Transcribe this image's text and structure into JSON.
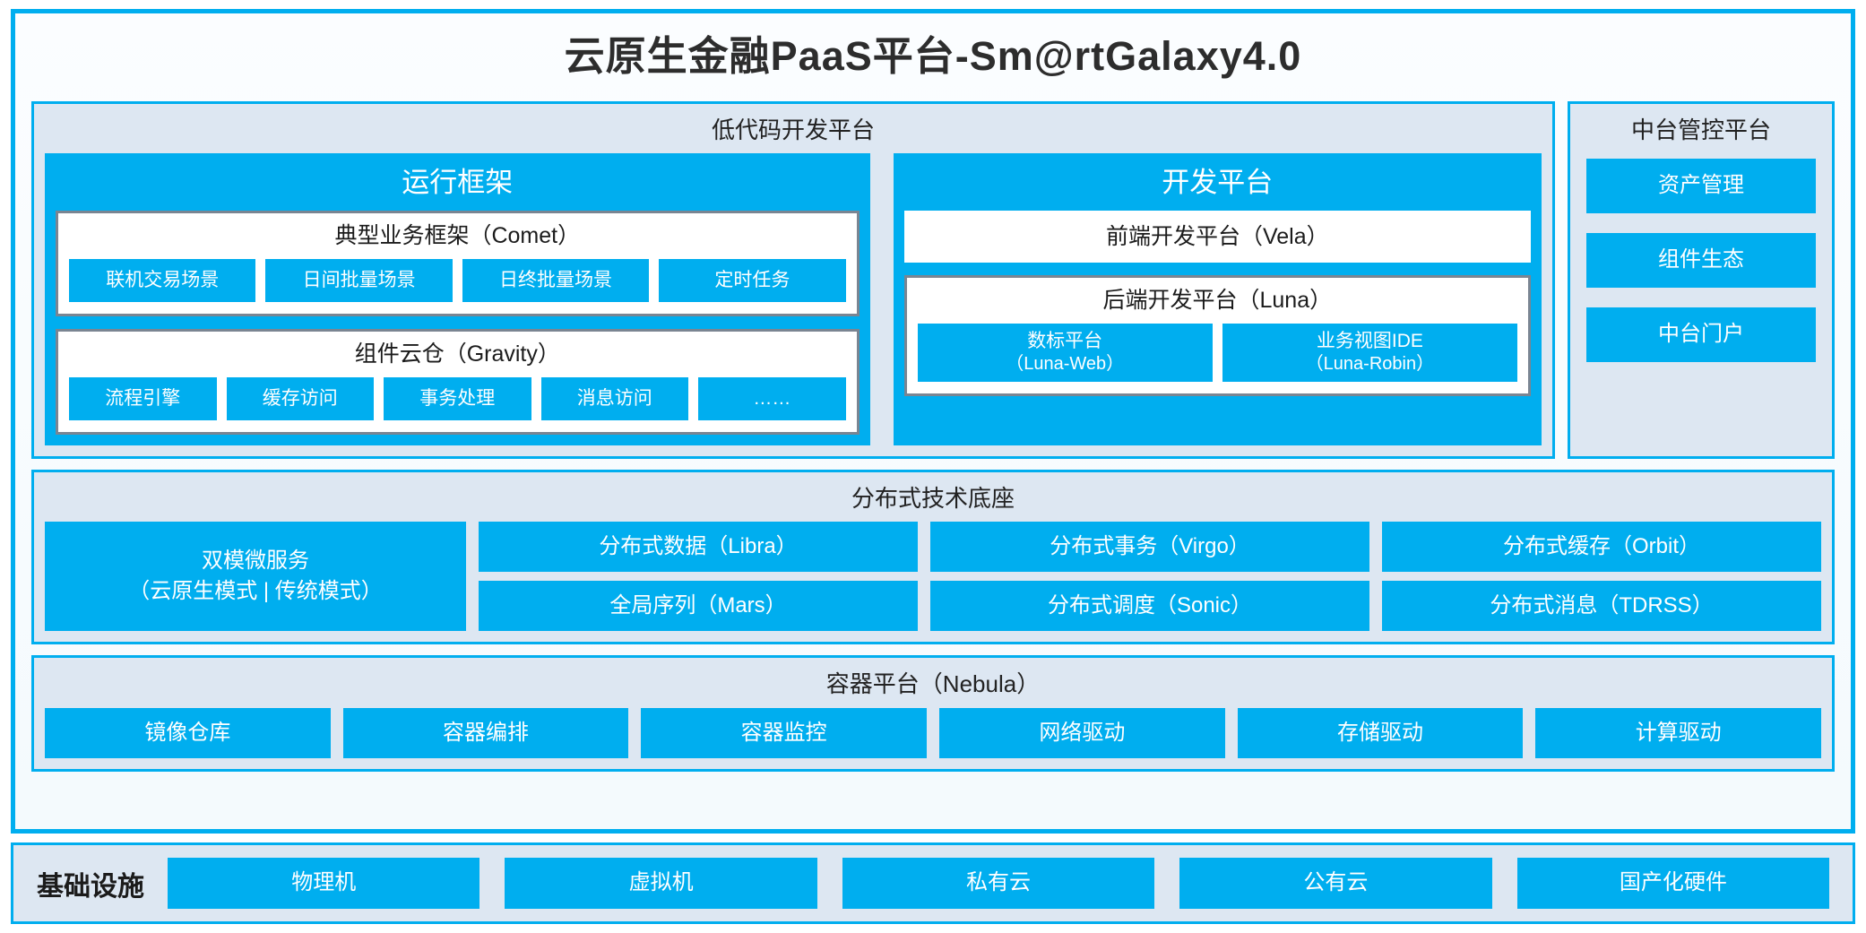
{
  "colors": {
    "accent": "#00AEEF",
    "panel_fill": "#DDE7F2",
    "card_border": "#7A8592",
    "page_bg": "#FFFFFF"
  },
  "header": {
    "title": "云原生金融PaaS平台-Sm@rtGalaxy4.0"
  },
  "lowcode": {
    "title": "低代码开发平台",
    "runtime": {
      "title": "运行框架",
      "groups": [
        {
          "title": "典型业务框架（Comet）",
          "items": [
            "联机交易场景",
            "日间批量场景",
            "日终批量场景",
            "定时任务"
          ]
        },
        {
          "title": "组件云仓（Gravity）",
          "items": [
            "流程引擎",
            "缓存访问",
            "事务处理",
            "消息访问",
            "……"
          ]
        }
      ]
    },
    "devplatform": {
      "title": "开发平台",
      "frontend": {
        "title": "前端开发平台（Vela）"
      },
      "backend": {
        "title": "后端开发平台（Luna）",
        "items": [
          {
            "name": "数标平台",
            "code": "（Luna-Web）"
          },
          {
            "name": "业务视图IDE",
            "code": "（Luna-Robin）"
          }
        ]
      }
    }
  },
  "midoffice": {
    "title": "中台管控平台",
    "items": [
      "资产管理",
      "组件生态",
      "中台门户"
    ]
  },
  "techbase": {
    "title": "分布式技术底座",
    "wide": {
      "line1": "双模微服务",
      "line2": "（云原生模式 | 传统模式）"
    },
    "columns": [
      [
        "分布式数据（Libra）",
        "全局序列（Mars）"
      ],
      [
        "分布式事务（Virgo）",
        "分布式调度（Sonic）"
      ],
      [
        "分布式缓存（Orbit）",
        "分布式消息（TDRSS）"
      ]
    ]
  },
  "containerplatform": {
    "title": "容器平台（Nebula）",
    "items": [
      "镜像仓库",
      "容器编排",
      "容器监控",
      "网络驱动",
      "存储驱动",
      "计算驱动"
    ]
  },
  "infrastructure": {
    "label": "基础设施",
    "items": [
      "物理机",
      "虚拟机",
      "私有云",
      "公有云",
      "国产化硬件"
    ]
  }
}
